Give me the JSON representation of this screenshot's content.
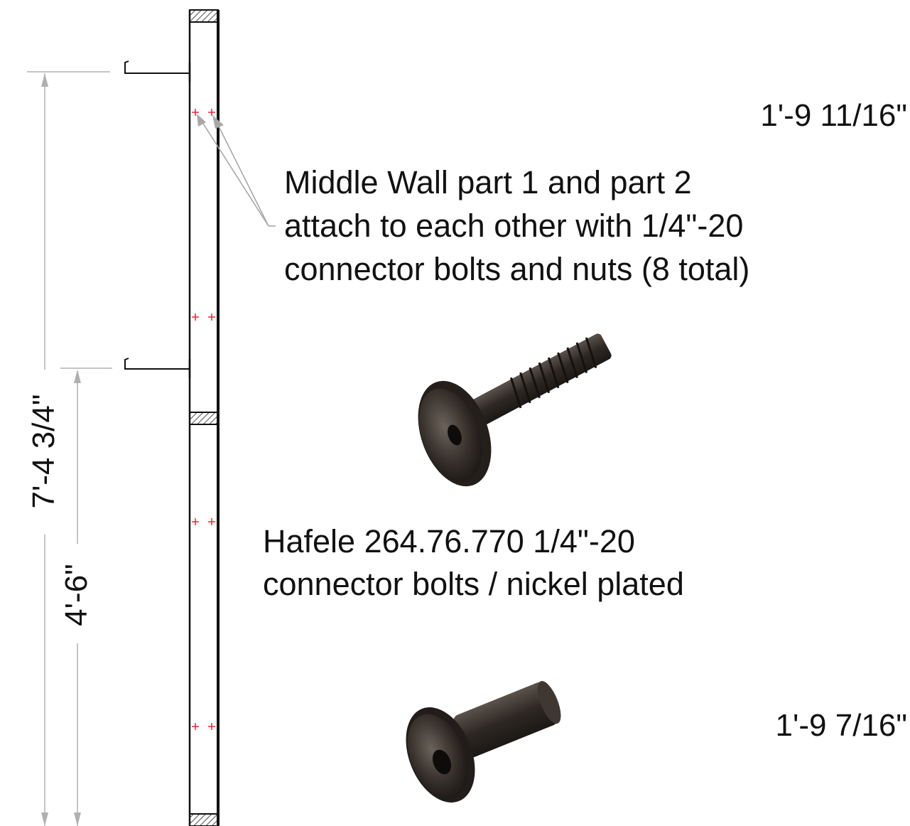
{
  "drawing": {
    "dimensions": {
      "overall_height": "7'-4 3/4\"",
      "lower_height": "4'-6\"",
      "upper_right": "1'-9 11/16\"",
      "lower_right": "1'-9 7/16\""
    },
    "notes": {
      "assembly_note": [
        "Middle Wall part 1 and part 2",
        "attach to each other with 1/4\"-20",
        "connector bolts and nuts (8 total)"
      ],
      "hardware_note": [
        "Hafele 264.76.770 1/4\"-20",
        "connector bolts / nickel plated"
      ]
    },
    "colors": {
      "line": "#111111",
      "dim_line": "#b0b0b0",
      "hole_marker": "#e02020",
      "hardware_dark": "#2f2a26"
    }
  }
}
